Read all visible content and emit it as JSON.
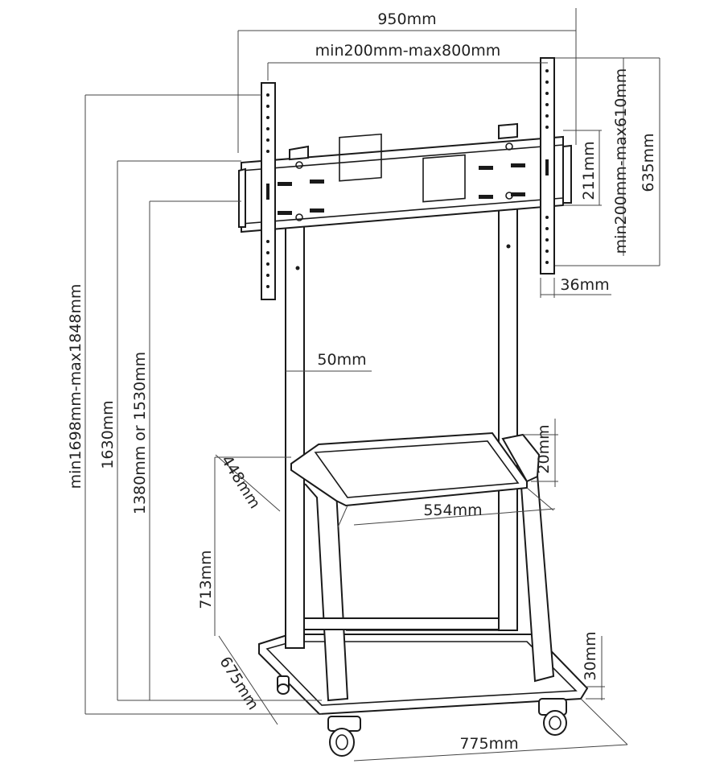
{
  "dimensions": {
    "overall_width": "950mm",
    "vesa_horizontal": "min200mm-max800mm",
    "vesa_vertical": "min200mm-max610mm",
    "bracket_height": "635mm",
    "crossbar_height": "211mm",
    "bracket_depth": "36mm",
    "pole_width": "50mm",
    "total_height": "min1698mm-max1848mm",
    "top_height": "1630mm",
    "mount_height": "1380mm or 1530mm",
    "shelf_thickness": "20mm",
    "shelf_depth": "448mm",
    "shelf_width": "554mm",
    "shelf_height": "713mm",
    "base_depth": "675mm",
    "base_thickness": "30mm",
    "base_width": "775mm"
  },
  "colors": {
    "line": "#1a1a1a",
    "dimension_line": "#444444",
    "background": "#ffffff"
  }
}
